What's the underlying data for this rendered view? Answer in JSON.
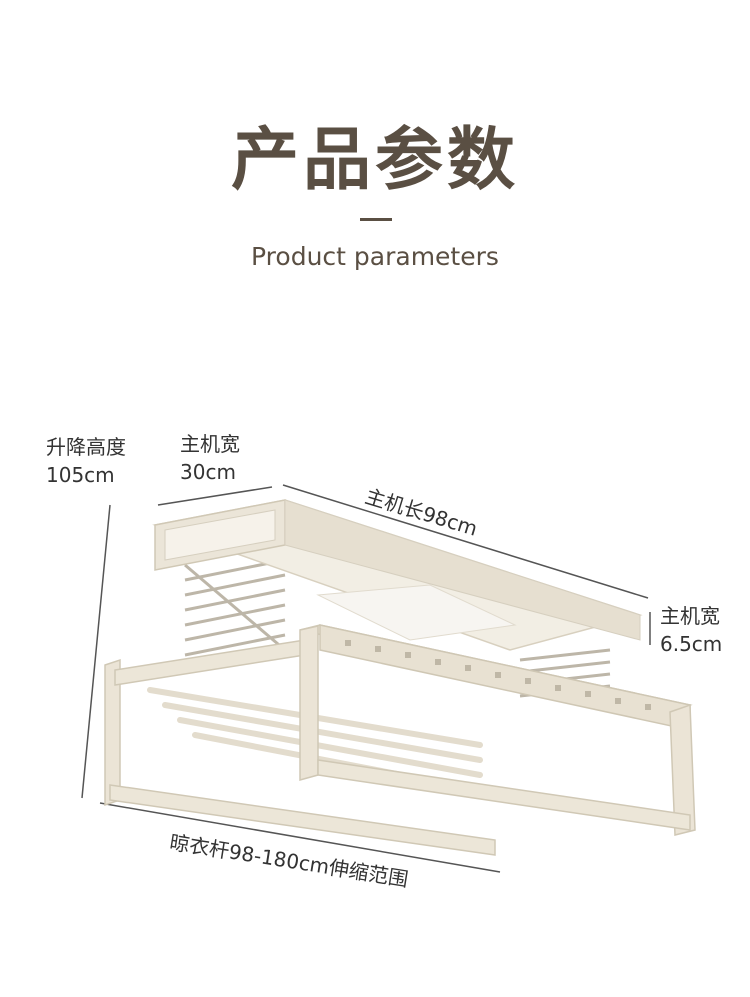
{
  "header": {
    "title": "产品参数",
    "subtitle": "Product parameters"
  },
  "dimensions": {
    "lift_height_label": "升降高度",
    "lift_height_value": "105cm",
    "main_width_label": "主机宽",
    "main_width_value": "30cm",
    "main_length": "主机长98cm",
    "main_thickness_label": "主机宽",
    "main_thickness_value": "6.5cm",
    "rod_range": "晾衣杆98-180cm伸缩范围"
  },
  "colors": {
    "title": "#5a4f43",
    "body": "#efe9dc",
    "body_shade": "#ddd5c4",
    "line": "#555555"
  }
}
